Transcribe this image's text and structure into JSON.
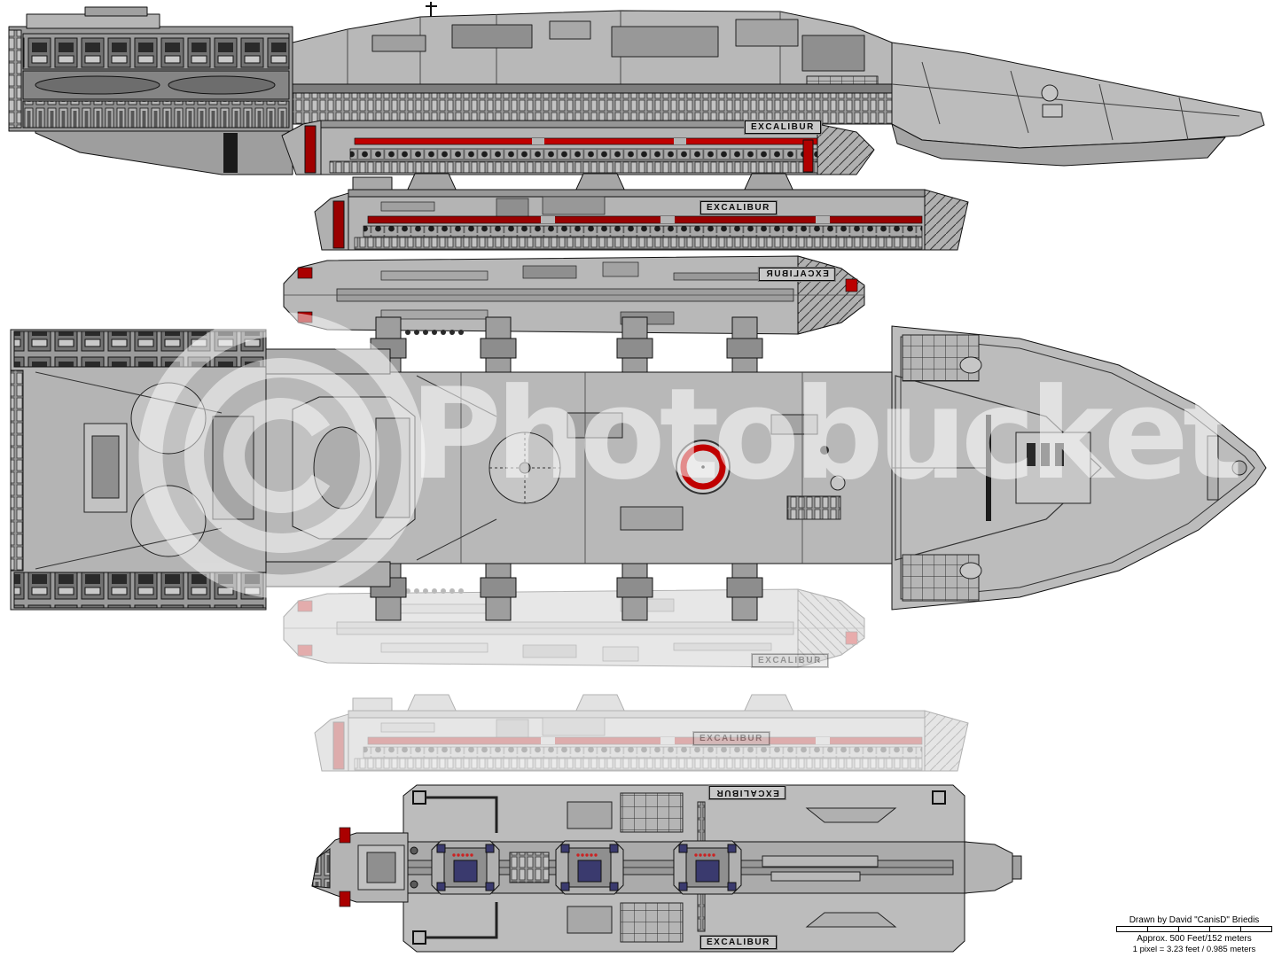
{
  "ship": {
    "name": "EXCALIBUR"
  },
  "labels": {
    "side_full": "EXCALIBUR",
    "side_pod": "EXCALIBUR",
    "top_pod": "EXCALIBUR",
    "top_pod_faded": "EXCALIBUR",
    "side_pod_faded": "EXCALIBUR",
    "bottom_pod_mirrored": "EXCALIBUR",
    "bottom_pod": "EXCALIBUR"
  },
  "watermark": {
    "text": "Photobucket",
    "logo": "copyright-rings-icon",
    "color": "#ffffff"
  },
  "credits": {
    "drawn_by": "Drawn by David \"CanisD\" Briedis",
    "scale_approx": "Approx. 500 Feet/152 meters",
    "pixel_scale": "1 pixel = 3.23 feet / 0.985 meters"
  },
  "colors": {
    "background": "#ffffff",
    "hull_light": "#c2c2c2",
    "hull_mid": "#a8a8a8",
    "hull_dark": "#7a7a7a",
    "outline": "#111111",
    "stripe_red_bright": "#c00000",
    "stripe_red_dark": "#990000",
    "landing_bay_blue": "#3a3a6e"
  }
}
